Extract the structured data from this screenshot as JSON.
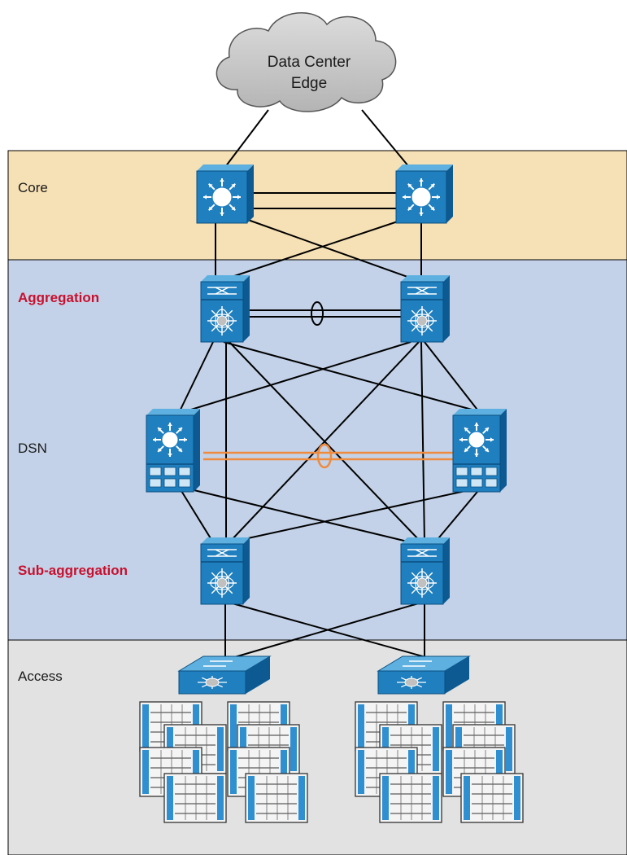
{
  "cloud": {
    "line1": "Data Center",
    "line2": "Edge"
  },
  "layers": [
    {
      "id": "core",
      "label": "Core",
      "color": "#f6e0b5",
      "label_color": "#1a1a1a"
    },
    {
      "id": "aggregation",
      "label": "Aggregation",
      "color": "#c3d2e8",
      "label_color": "#c8102e"
    },
    {
      "id": "dsn",
      "label": "DSN",
      "color": "#c3d2e8",
      "label_color": "#1a1a1a"
    },
    {
      "id": "sub-aggregation",
      "label": "Sub-aggregation",
      "color": "#c3d2e8",
      "label_color": "#c8102e"
    },
    {
      "id": "access",
      "label": "Access",
      "color": "#e2e2e2",
      "label_color": "#1a1a1a"
    }
  ],
  "colors": {
    "device_blue": "#1f7fbf",
    "device_dark": "#0d5a92",
    "device_light": "#5eb0e0",
    "link": "#000000",
    "dsn_link": "#f08a3c",
    "cloud_fill": "#c6c6c6",
    "server_blue": "#2f8fd0"
  },
  "icons": {
    "cloud": "cloud-icon",
    "core_switch": "layer3-switch-icon",
    "nexus_switch": "nexus-switch-icon",
    "service_chassis": "service-switch-icon",
    "access_switch": "workgroup-switch-icon",
    "server": "blade-server-icon",
    "port_channel": "port-channel-ellipse-icon"
  }
}
